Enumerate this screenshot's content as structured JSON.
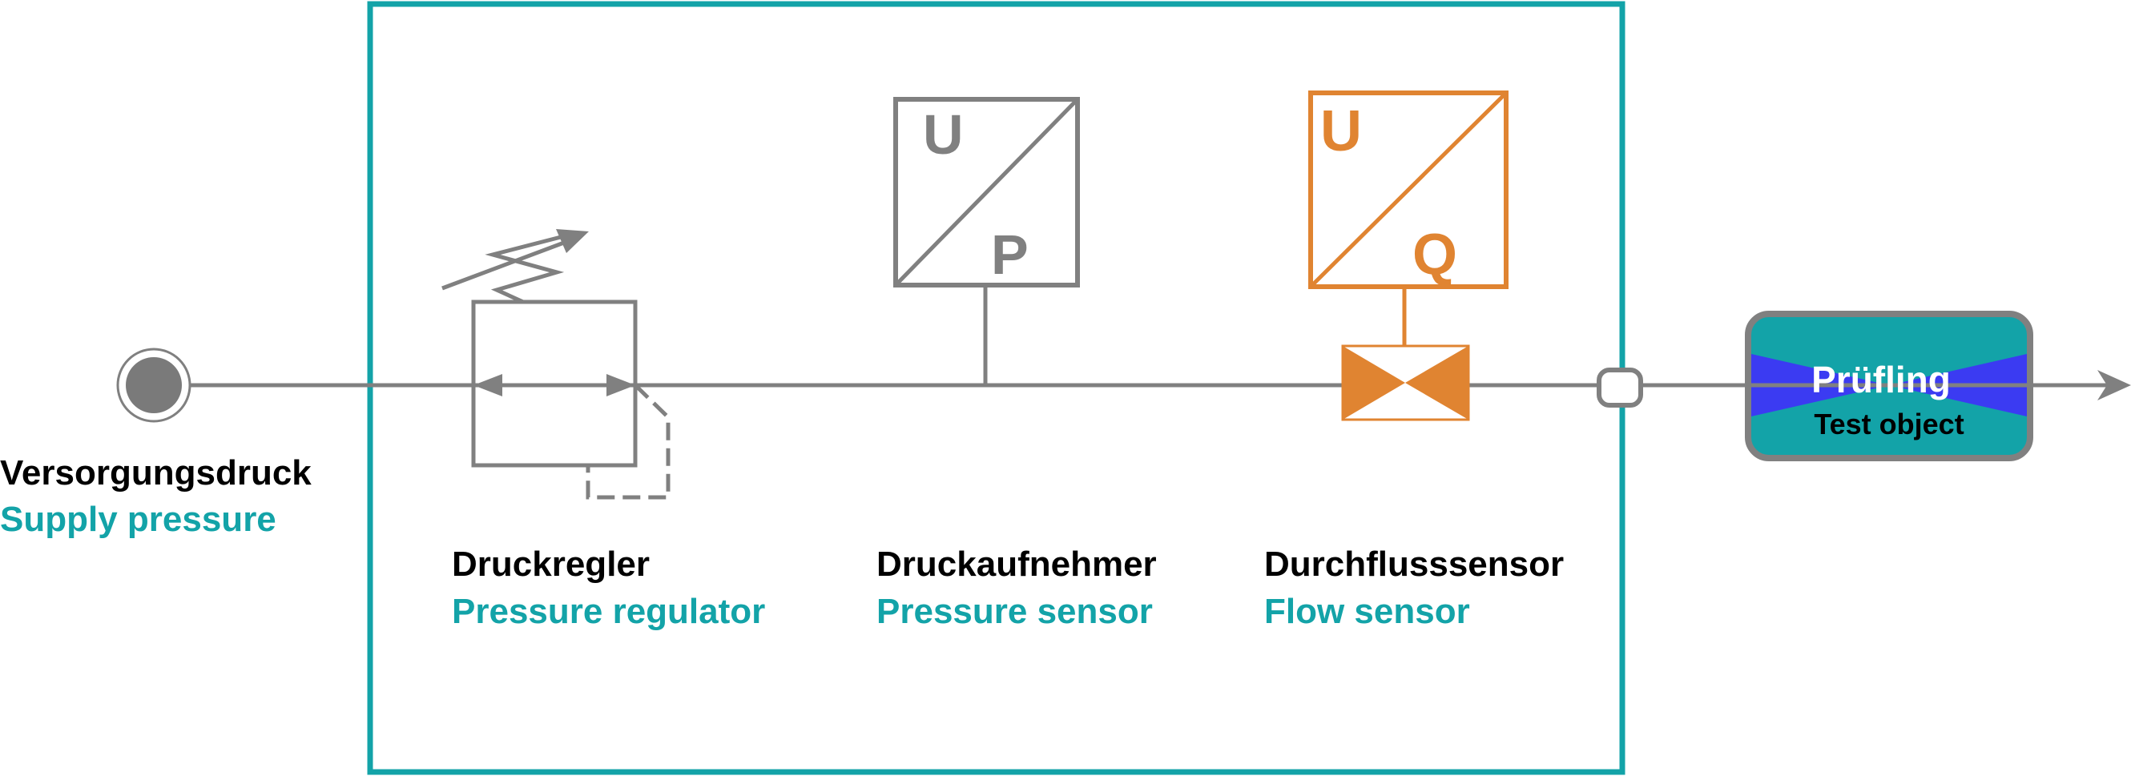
{
  "colors": {
    "frame": "#13a3a8",
    "line": "#808080",
    "flow": "#e08431",
    "label_de": "#000000",
    "label_en": "#13a3a8",
    "test_object_fill": "#13a3a8",
    "test_object_band": "#3b3bf2"
  },
  "supply": {
    "label_de": "Versorgungsdruck",
    "label_en": "Supply pressure"
  },
  "regulator": {
    "label_de": "Druckregler",
    "label_en": "Pressure regulator"
  },
  "pressure_sensor": {
    "label_de": "Druckaufnehmer",
    "label_en": "Pressure sensor",
    "symbol_in": "U",
    "symbol_out": "P"
  },
  "flow_sensor": {
    "label_de": "Durchflusssensor",
    "label_en": "Flow sensor",
    "symbol_in": "U",
    "symbol_out": "Q"
  },
  "test_object": {
    "label_de": "Prüfling",
    "label_en": "Test object"
  }
}
